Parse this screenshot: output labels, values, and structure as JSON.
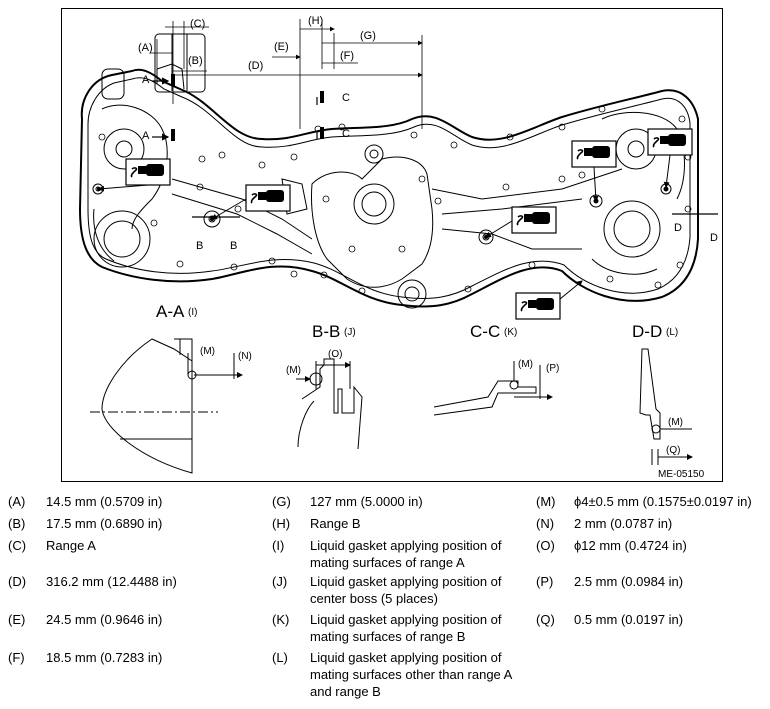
{
  "figure_code": "ME-05150",
  "callouts": {
    "A": "(A)",
    "B": "(B)",
    "C": "(C)",
    "D": "(D)",
    "E": "(E)",
    "F": "(F)",
    "G": "(G)",
    "H": "(H)",
    "I": "(I)",
    "J": "(J)",
    "K": "(K)",
    "L": "(L)",
    "M": "(M)",
    "N": "(N)",
    "O": "(O)",
    "P": "(P)",
    "Q": "(Q)"
  },
  "section_marks": {
    "A": "A",
    "B": "B",
    "C": "C",
    "D": "D"
  },
  "sections": {
    "aa": "A-A",
    "bb": "B-B",
    "cc": "C-C",
    "dd": "D-D"
  },
  "legend": [
    {
      "key": "(A)",
      "text": "14.5 mm (0.5709 in)"
    },
    {
      "key": "(B)",
      "text": "17.5 mm (0.6890 in)"
    },
    {
      "key": "(C)",
      "text": "Range A"
    },
    {
      "key": "(D)",
      "text": "316.2 mm (12.4488 in)"
    },
    {
      "key": "(E)",
      "text": "24.5 mm (0.9646 in)"
    },
    {
      "key": "(F)",
      "text": "18.5 mm (0.7283 in)"
    },
    {
      "key": "(G)",
      "text": "127 mm (5.0000 in)"
    },
    {
      "key": "(H)",
      "text": "Range B"
    },
    {
      "key": "(I)",
      "text": "Liquid gasket applying position of mating surfaces of range A"
    },
    {
      "key": "(J)",
      "text": "Liquid gasket applying position of center boss (5 places)"
    },
    {
      "key": "(K)",
      "text": "Liquid gasket applying position of mating surfaces of range B"
    },
    {
      "key": "(L)",
      "text": "Liquid gasket applying position of mating surfaces other than range A and range B"
    },
    {
      "key": "(M)",
      "text": "ϕ4±0.5 mm (0.1575±0.0197 in)"
    },
    {
      "key": "(N)",
      "text": "2 mm (0.0787 in)"
    },
    {
      "key": "(O)",
      "text": "ϕ12 mm (0.4724 in)"
    },
    {
      "key": "(P)",
      "text": "2.5 mm (0.0984 in)"
    },
    {
      "key": "(Q)",
      "text": "0.5 mm (0.0197 in)"
    }
  ]
}
